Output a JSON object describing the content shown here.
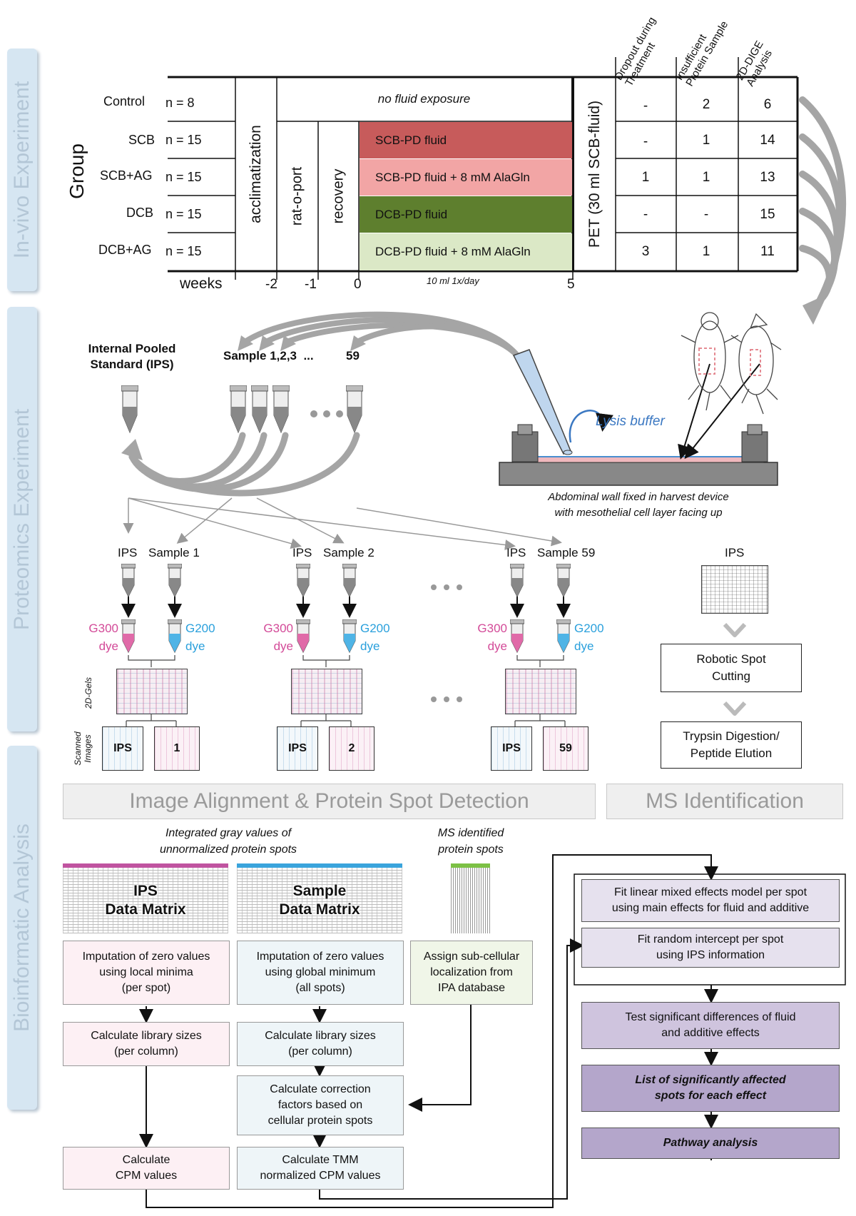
{
  "side_tabs": [
    "In-vivo Experiment",
    "Proteomics Experiment",
    "Bioinformatic Analysis"
  ],
  "design": {
    "group_label": "Group",
    "column_headers": [
      "Dropout during\nTreatment",
      "Insufficient\nProtein Sample",
      "2D-DIGE\nAnalysis"
    ],
    "groups": [
      {
        "name": "Control",
        "n": "n = 8",
        "treatment": "no fluid exposure",
        "dropout": "-",
        "insufficient": "2",
        "analysis": "6"
      },
      {
        "name": "SCB",
        "n": "n = 15",
        "treatment": "SCB-PD fluid",
        "dropout": "-",
        "insufficient": "1",
        "analysis": "14"
      },
      {
        "name": "SCB+AG",
        "n": "n = 15",
        "treatment": "SCB-PD fluid + 8 mM AlaGln",
        "dropout": "1",
        "insufficient": "1",
        "analysis": "13"
      },
      {
        "name": "DCB",
        "n": "n = 15",
        "treatment": "DCB-PD fluid",
        "dropout": "-",
        "insufficient": "-",
        "analysis": "15"
      },
      {
        "name": "DCB+AG",
        "n": "n = 15",
        "treatment": "DCB-PD fluid + 8 mM AlaGln",
        "dropout": "3",
        "insufficient": "1",
        "analysis": "11"
      }
    ],
    "phases": {
      "acclimatization": "acclimatization",
      "rat_o_port": "rat-o-port",
      "recovery": "recovery",
      "pet": "PET (30 ml SCB-fluid)"
    },
    "timeline": {
      "label": "weeks",
      "ticks": [
        "-2",
        "-1",
        "0",
        "5"
      ],
      "note": "10 ml 1x/day"
    },
    "colors": {
      "scb": "#c75b5b",
      "scb_ag": "#f2a5a5",
      "dcb": "#5e7f2e",
      "dcb_ag": "#dbe8c6"
    }
  },
  "proteomics": {
    "ips_title": "Internal Pooled\nStandard (IPS)",
    "samples_title": "Sample 1,2,3  ...",
    "samples_last": "59",
    "lysis_buffer": "Lysis buffer",
    "harvest_caption": "Abdominal wall fixed in harvest device\nwith mesothelial cell layer facing up",
    "gel_sets": [
      {
        "ips": "IPS",
        "sample": "Sample 1",
        "scan_left": "IPS",
        "scan_right": "1"
      },
      {
        "ips": "IPS",
        "sample": "Sample 2",
        "scan_left": "IPS",
        "scan_right": "2"
      },
      {
        "ips": "IPS",
        "sample": "Sample 59",
        "scan_left": "IPS",
        "scan_right": "59"
      }
    ],
    "dye_left": "G300\ndye",
    "dye_right": "G200\ndye",
    "gels_label": "2D-Gels",
    "scanned_label": "Scanned\nImages",
    "ms_ips_label": "IPS",
    "ms_steps": [
      "Robotic Spot\nCutting",
      "Trypsin Digestion/\nPeptide Elution"
    ],
    "banner_left": "Image Alignment  & Protein Spot Detection",
    "banner_right": "MS Identification"
  },
  "bioinformatics": {
    "integrated_caption": "Integrated gray values of\nunnormalized protein spots",
    "ms_caption": "MS identified\nprotein spots",
    "ips_matrix": "IPS\nData Matrix",
    "sample_matrix": "Sample\nData Matrix",
    "ips_steps": [
      "Imputation of zero values\nusing local minima\n(per spot)",
      "Calculate library sizes\n(per column)",
      "Calculate\nCPM values"
    ],
    "sample_steps": [
      "Imputation of zero values\nusing global minimum\n(all spots)",
      "Calculate library sizes\n(per column)",
      "Calculate correction\nfactors based on\ncellular protein spots",
      "Calculate TMM\nnormalized CPM values"
    ],
    "ms_step": "Assign sub-cellular\nlocalization from\nIPA database",
    "model_steps": [
      "Fit linear mixed effects model per spot\nusing main effects for fluid and additive",
      "Fit random intercept per spot\nusing IPS information",
      "Test significant differences of fluid\nand additive effects",
      "List of significantly affected\nspots for each effect",
      "Pathway analysis"
    ]
  }
}
